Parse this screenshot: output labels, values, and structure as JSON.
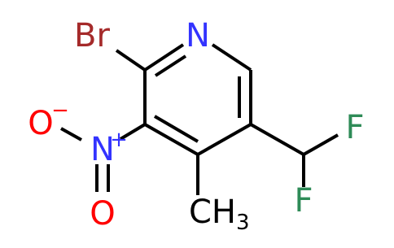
{
  "molecule": {
    "atoms": {
      "n": "N",
      "br": "Br",
      "f_top": "F",
      "f_bottom": "F",
      "ch3_main": "CH",
      "ch3_sub": "3",
      "nitro_n": "N",
      "nitro_n_charge": "+",
      "nitro_o_top": "O",
      "nitro_o_top_charge": "−",
      "nitro_o_bottom": "O"
    },
    "colors": {
      "bond": "#000000",
      "carbon": "#000000",
      "nitrogen": "#3333ff",
      "oxygen": "#ff0000",
      "bromine": "#a52a2a",
      "fluorine": "#2e8b57"
    }
  }
}
